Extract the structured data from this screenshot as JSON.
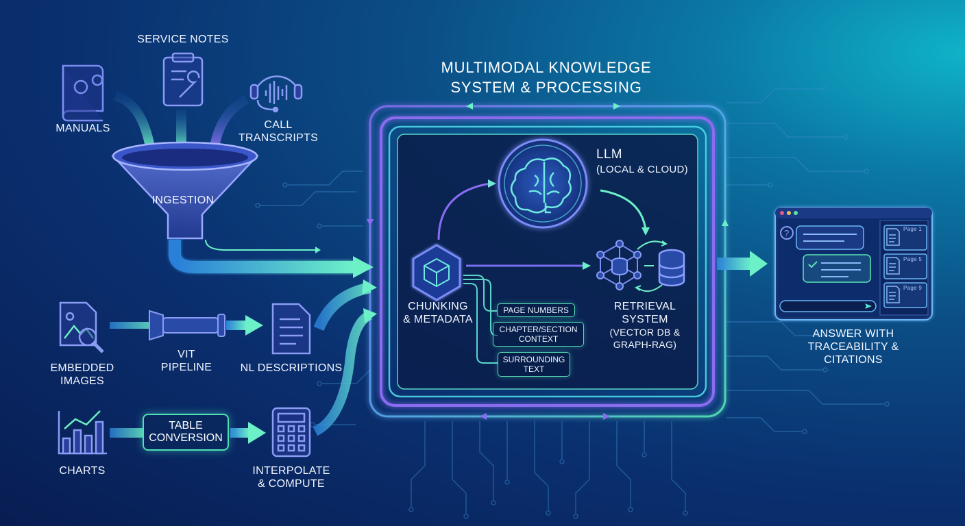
{
  "title": {
    "line1": "MULTIMODAL KNOWLEDGE",
    "line2": "SYSTEM & PROCESSING"
  },
  "sources": {
    "manuals": "MANUALS",
    "service_notes": "SERVICE NOTES",
    "call_transcripts": {
      "line1": "CALL",
      "line2": "TRANSCRIPTS"
    },
    "ingestion": "INGESTION",
    "embedded_images": {
      "line1": "EMBEDDED",
      "line2": "IMAGES"
    },
    "vit_pipeline": {
      "line1": "VIT",
      "line2": "PIPELINE"
    },
    "nl_descriptions": "NL DESCRIPTIONS",
    "charts": "CHARTS",
    "table_conversion": {
      "line1": "TABLE",
      "line2": "CONVERSION"
    },
    "interpolate": {
      "line1": "INTERPOLATE",
      "line2": "& COMPUTE"
    }
  },
  "core": {
    "llm": {
      "line1": "LLM",
      "line2": "(LOCAL & CLOUD)"
    },
    "chunking": {
      "line1": "CHUNKING",
      "line2": "& METADATA"
    },
    "tags": {
      "page_numbers": "PAGE NUMBERS",
      "chapter": {
        "line1": "CHAPTER/SECTION",
        "line2": "CONTEXT"
      },
      "surrounding": {
        "line1": "SURROUNDING",
        "line2": "TEXT"
      }
    },
    "retrieval": {
      "line1": "RETRIEVAL",
      "line2": "SYSTEM",
      "line3": "(VECTOR DB &",
      "line4": "GRAPH-RAG)"
    }
  },
  "output": {
    "label": {
      "line1": "ANSWER WITH",
      "line2": "TRACEABILITY &",
      "line3": "CITATIONS"
    },
    "pages": [
      "Page 1",
      "Page 5",
      "Page 9"
    ]
  },
  "colors": {
    "accent": "#4fe0b6",
    "purple": "#8a6cf0",
    "cyan": "#3ad6f0"
  }
}
